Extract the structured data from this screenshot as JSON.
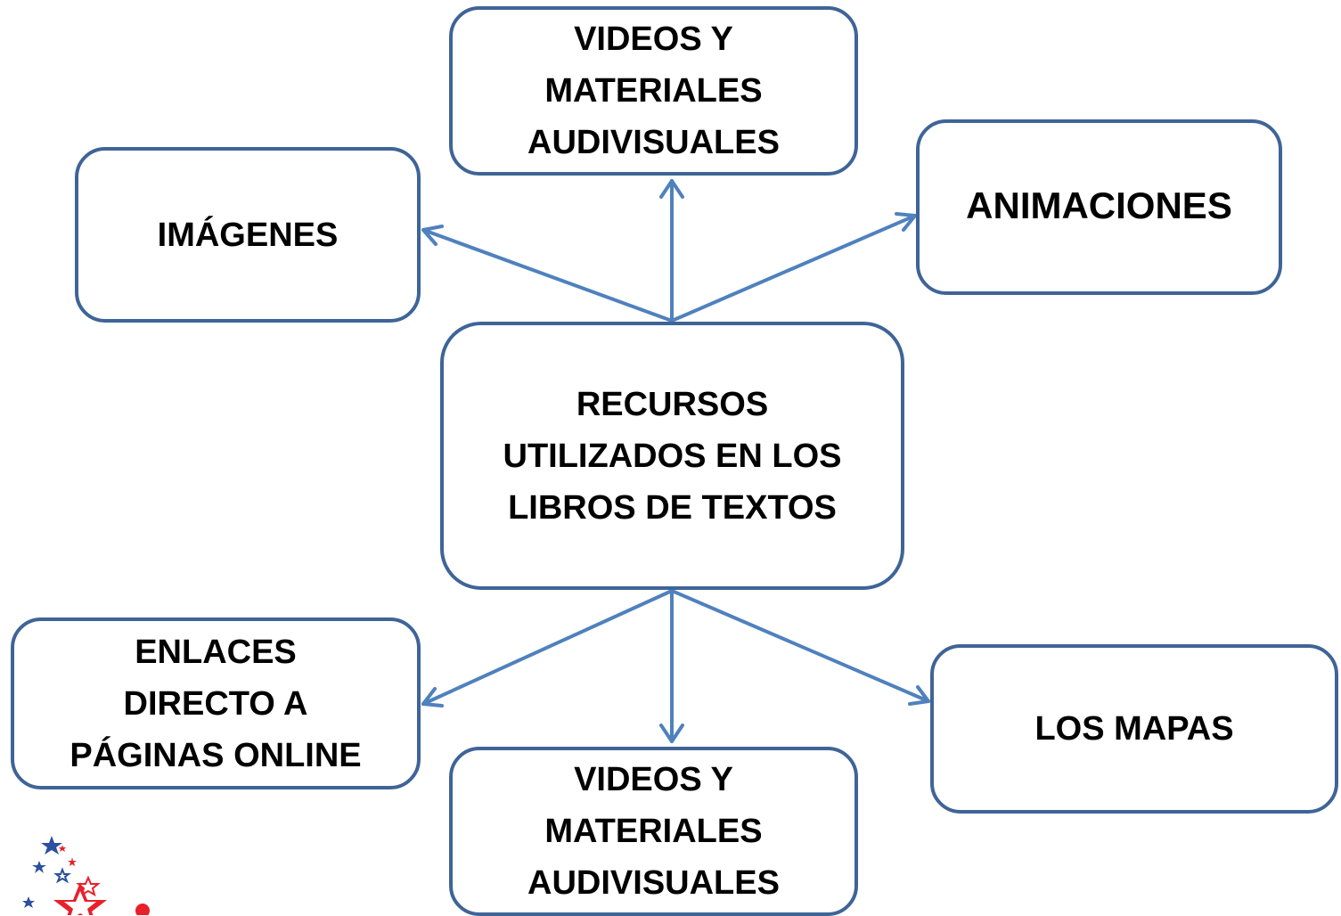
{
  "diagram": {
    "center": {
      "label": "RECURSOS\nUTILIZADOS EN LOS\nLIBROS DE TEXTOS"
    },
    "nodes": {
      "top_videos": {
        "label": "VIDEOS Y\nMATERIALES\nAUDIVISUALES"
      },
      "imagenes": {
        "label": "IMÁGENES"
      },
      "animaciones": {
        "label": "ANIMACIONES"
      },
      "enlaces": {
        "label": "ENLACES\nDIRECTO A\nPÁGINAS ONLINE"
      },
      "bottom_videos": {
        "label": "VIDEOS Y\nMATERIALES\nAUDIVISUALES"
      },
      "mapas": {
        "label": "LOS MAPAS"
      }
    }
  },
  "colors": {
    "box_border": "#3f6497",
    "arrow": "#4f81bd",
    "text": "#000000",
    "star_red": "#e8202a",
    "star_blue": "#2c4f9e"
  },
  "decoration": {
    "icon": "stars-logo-icon"
  }
}
